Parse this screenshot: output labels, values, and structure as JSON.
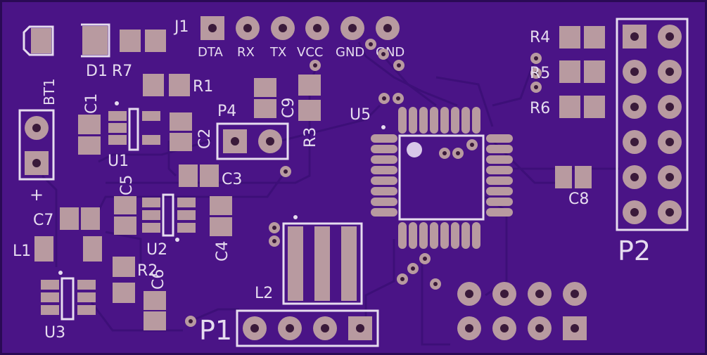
{
  "colors": {
    "board": "#4a1486",
    "board_edge": "#2a0a55",
    "trace": "#5a1f9e",
    "trace_dark": "#3d0f78",
    "pad": "#b89aa0",
    "pad_dark": "#9d7f86",
    "silk": "#e6dcef",
    "hole": "#3a1a3a"
  },
  "labels": {
    "j1": "J1",
    "dta": "DTA",
    "rx": "RX",
    "tx": "TX",
    "vcc": "VCC",
    "gnd1": "GND",
    "gnd2": "GND",
    "d1": "D1",
    "r7": "R7",
    "r1": "R1",
    "r4": "R4",
    "r5": "R5",
    "r6": "R6",
    "bt1": "BT1",
    "c1": "C1",
    "c2": "C2",
    "c3": "C3",
    "c4": "C4",
    "c5": "C5",
    "c6": "C6",
    "c7": "C7",
    "c8": "C8",
    "c9": "C9",
    "r3": "R3",
    "r2": "R2",
    "p4": "P4",
    "u1": "U1",
    "u2": "U2",
    "u3": "U3",
    "u5": "U5",
    "l1": "L1",
    "l2": "L2",
    "p1": "P1",
    "p2": "P2",
    "plus": "+"
  }
}
